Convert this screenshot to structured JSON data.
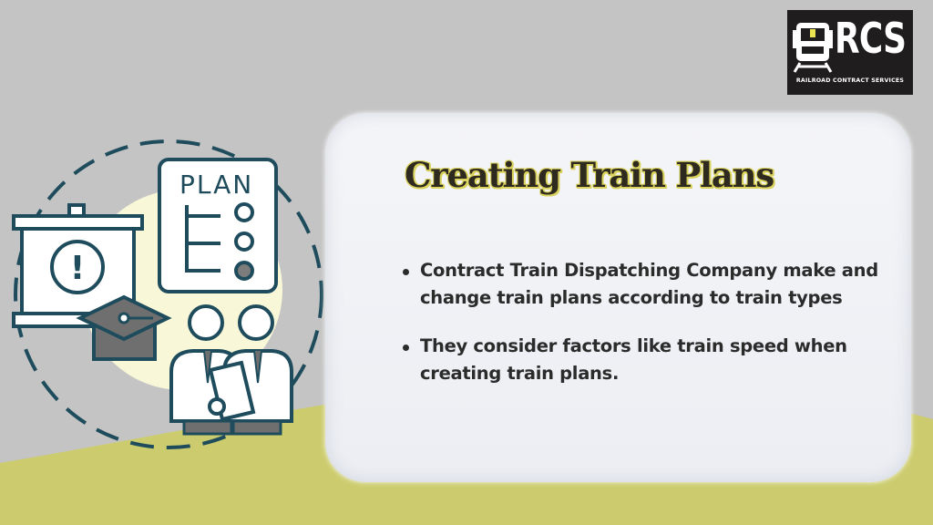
{
  "slide": {
    "title": "Creating Train Plans",
    "bullets": [
      "Contract Train Dispatching Company make and change train plans according to train types",
      "They consider factors like train speed when creating train plans."
    ]
  },
  "logo": {
    "letters": "RCS",
    "tagline": "RAILROAD CONTRACT SERVICES"
  },
  "illustration": {
    "plan_label": "PLAN",
    "alert_symbol": "!"
  },
  "colors": {
    "background": "#c4c4c4",
    "hill": "#cccc6e",
    "card": "#eef0f4",
    "title_outline": "#d9d25c",
    "icon_stroke": "#1e4c5c",
    "logo_bg": "#1f1d1d",
    "logo_accent": "#e9e44f"
  },
  "icons": [
    "train-icon",
    "presentation-board-icon",
    "plan-checklist-icon",
    "graduation-cap-icon",
    "people-icon",
    "document-icon"
  ]
}
